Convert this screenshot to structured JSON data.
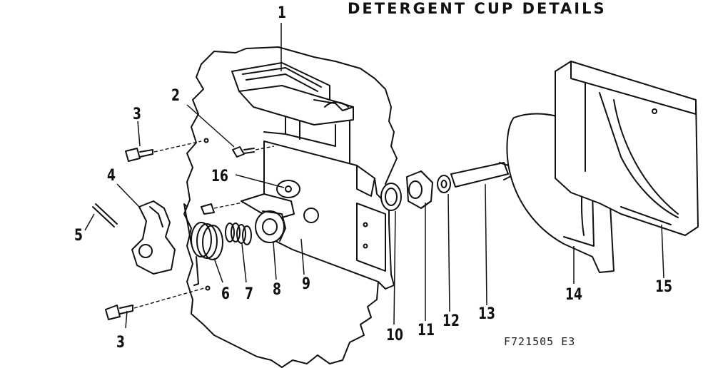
{
  "title": "DETERGENT CUP DETAILS",
  "drawing_code": "F721505 E3",
  "callouts": {
    "c1": "1",
    "c2": "2",
    "c3a": "3",
    "c3b": "3",
    "c4": "4",
    "c5": "5",
    "c6": "6",
    "c7": "7",
    "c8": "8",
    "c9": "9",
    "c10": "10",
    "c11": "11",
    "c12": "12",
    "c13": "13",
    "c14": "14",
    "c15": "15",
    "c16": "16"
  }
}
